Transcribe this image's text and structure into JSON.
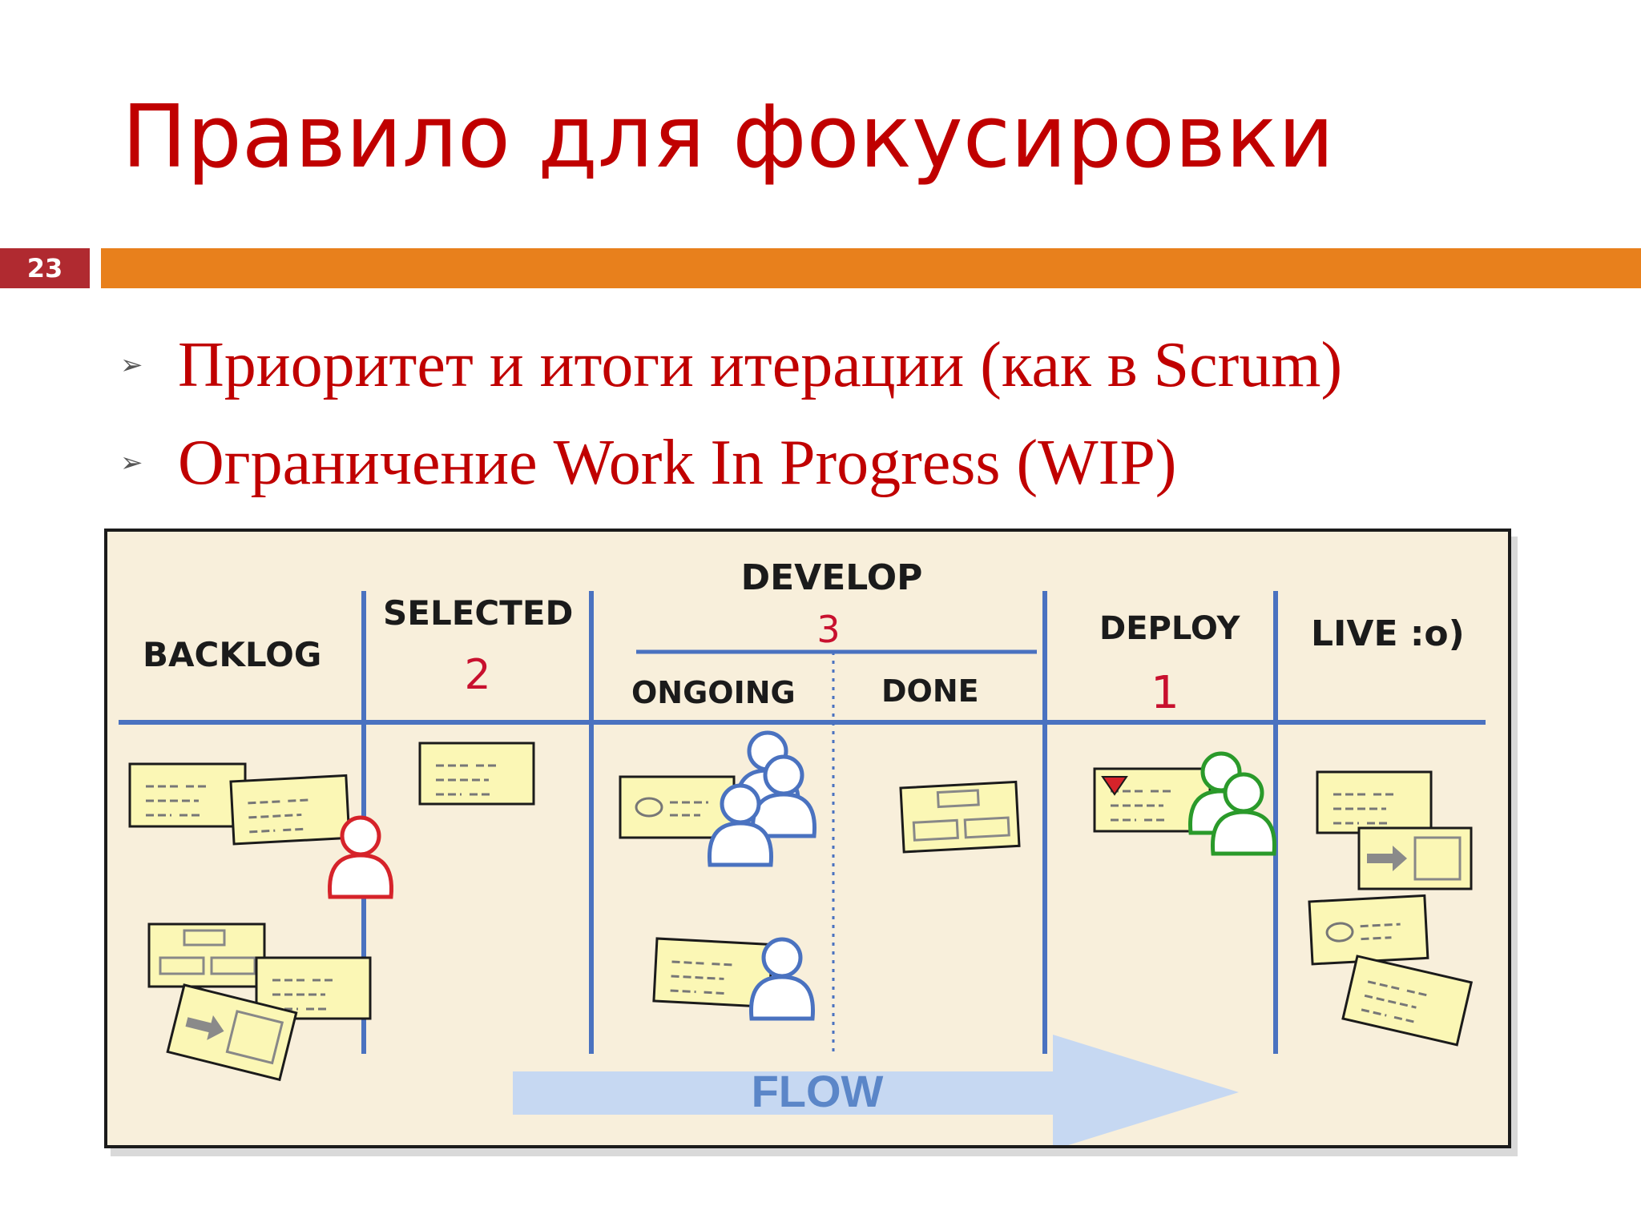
{
  "slide": {
    "title": "Правило для фокусировки",
    "number": "23",
    "bullets": [
      "Приоритет и итоги итерации (как в Scrum)",
      "Ограничение Work In Progress (WIP)"
    ],
    "bullet_icon": "arrowhead-icon"
  },
  "board": {
    "columns": {
      "backlog": "BACKLOG",
      "selected": "SELECTED",
      "develop": "DEVELOP",
      "ongoing": "ONGOING",
      "done": "DONE",
      "deploy": "DEPLOY",
      "live": "LIVE :o)"
    },
    "wip_limits": {
      "selected": "2",
      "develop": "3",
      "deploy": "1"
    },
    "flow_label": "FLOW",
    "colors": {
      "title": "#c00000",
      "accent_bar": "#e8801c",
      "slide_number_bg": "#b02a30",
      "board_bg": "#f8efdb",
      "divider": "#4a72c0",
      "card": "#fbf7b5",
      "flow_arrow": "#c6d8f2",
      "person_blocked": "#d6232a",
      "person_working": "#4a72c0",
      "person_deploying": "#2a9a2a"
    }
  }
}
